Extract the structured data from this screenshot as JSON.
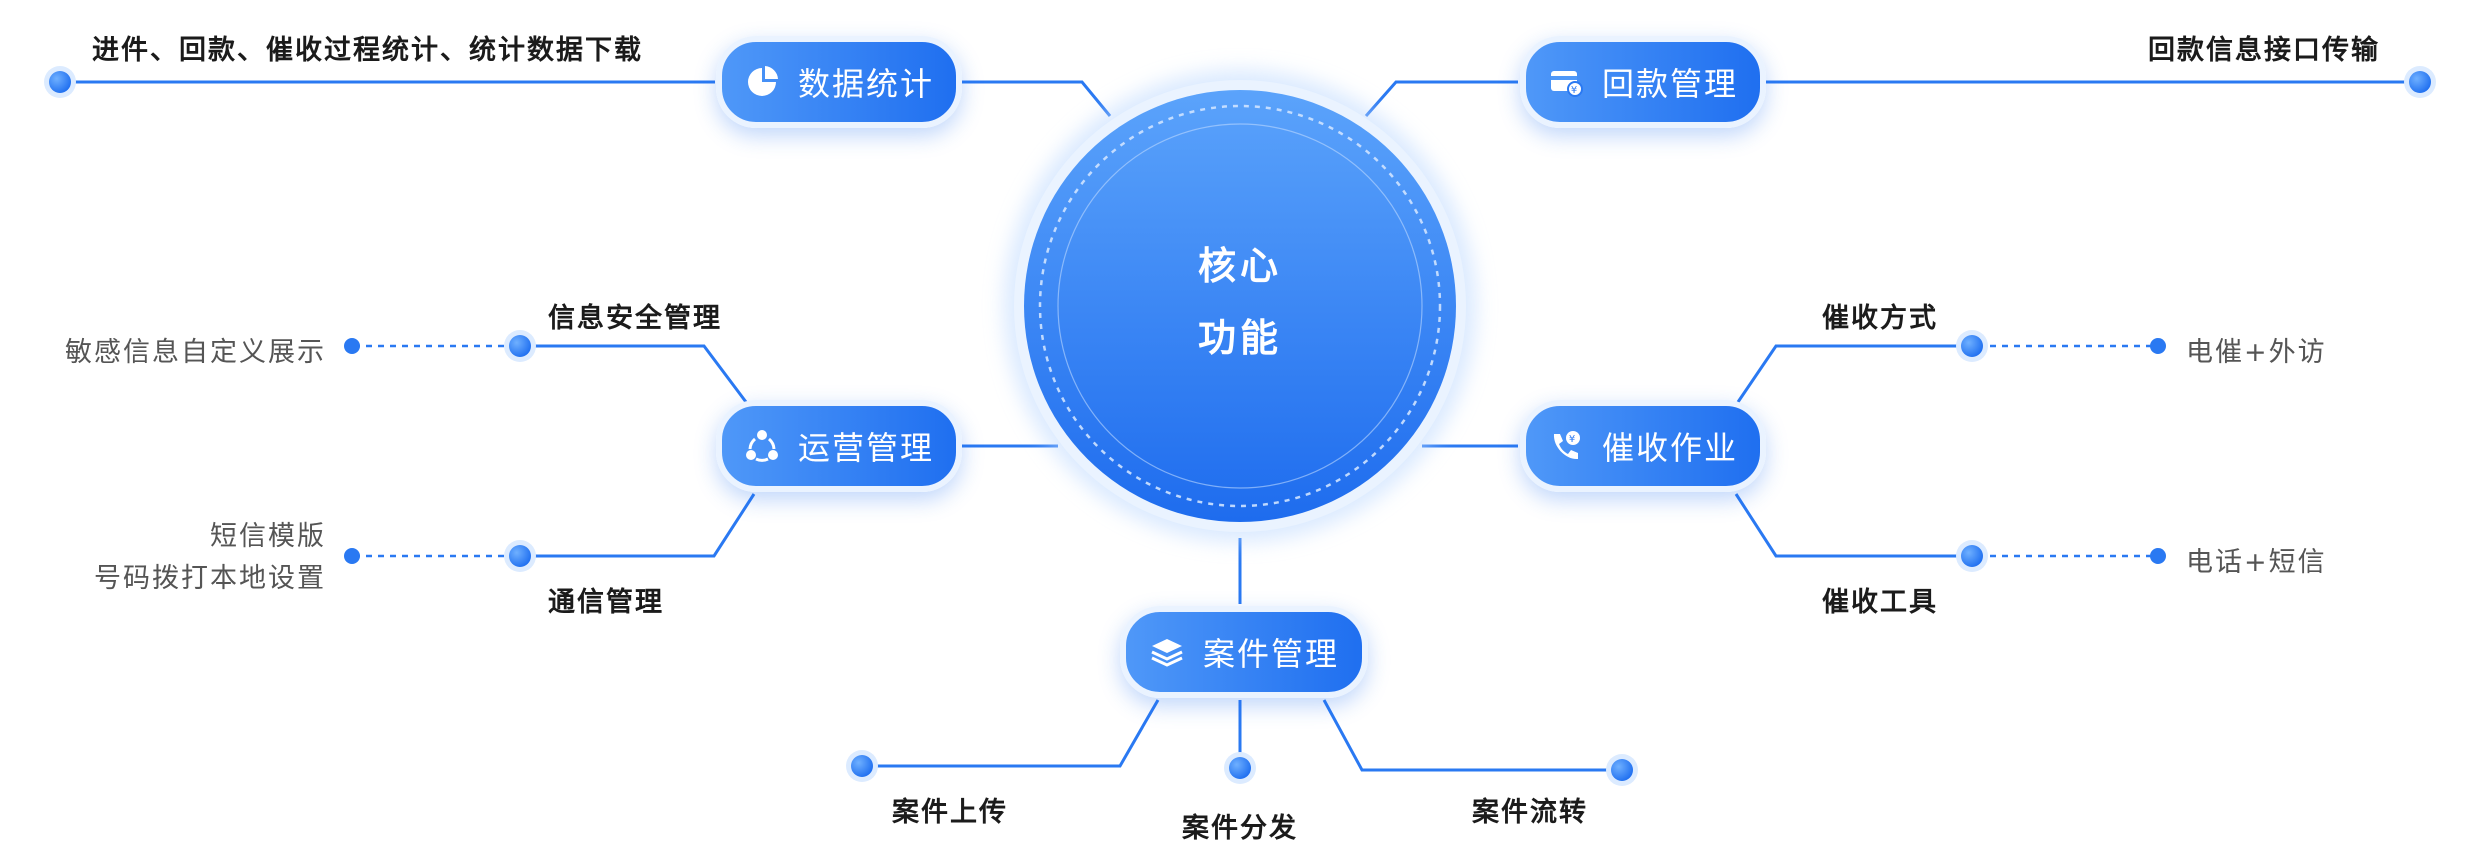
{
  "center": {
    "line1": "核心",
    "line2": "功能"
  },
  "modules": {
    "stats": {
      "label": "数据统计",
      "icon": "pie-chart-icon"
    },
    "payment": {
      "label": "回款管理",
      "icon": "card-payment-icon"
    },
    "operations": {
      "label": "运营管理",
      "icon": "share-nodes-icon"
    },
    "collection": {
      "label": "催收作业",
      "icon": "phone-money-icon"
    },
    "cases": {
      "label": "案件管理",
      "icon": "layers-icon"
    }
  },
  "items": {
    "stats_desc": "进件、回款、催收过程统计、统计数据下载",
    "payment_desc": "回款信息接口传输",
    "info_security": "信息安全管理",
    "sensitive_info": "敏感信息自定义展示",
    "comm_mgmt": "通信管理",
    "sms_template": "短信模版",
    "number_setting": "号码拨打本地设置",
    "collection_method": "催收方式",
    "visit": "电催+外访",
    "collection_tool": "催收工具",
    "phone_sms": "电话+短信",
    "case_upload": "案件上传",
    "case_dispatch": "案件分发",
    "case_transfer": "案件流转"
  },
  "colors": {
    "accent": "#2a79f2",
    "accent_light": "#5aa2fa",
    "line": "#2a79f2",
    "text_dark": "#1b1b1b",
    "text_grey": "#555555"
  }
}
